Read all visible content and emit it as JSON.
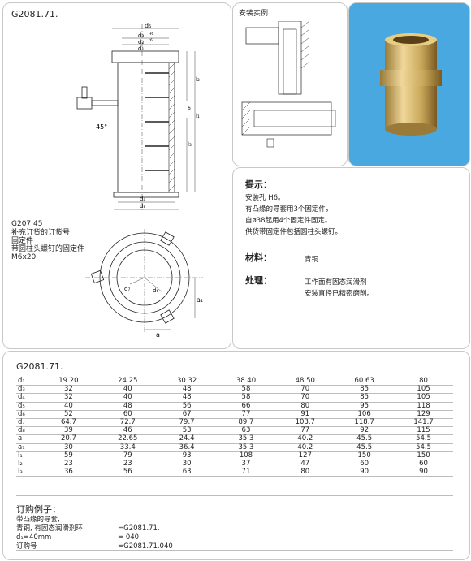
{
  "drawing": {
    "code": "G2081.71.",
    "dims": {
      "d5": "d₅",
      "d3": "d₃",
      "d2": "d₂",
      "d1": "d₁",
      "tol1": "H6",
      "tol2": "r6",
      "d4": "d₄",
      "d8": "d₈",
      "l1": "l₁",
      "l2": "l₂",
      "l3": "l₃",
      "six": "6",
      "angle": "45°",
      "d7": "d₇",
      "d6": "d₆",
      "a": "a",
      "a1": "a₁"
    },
    "fixing_code": "G207.45",
    "fixing_lines": [
      "补充订货的订货号",
      "固定件",
      "带圆柱头螺钉的固定件",
      "M6x20"
    ]
  },
  "install": {
    "title": "安装实例"
  },
  "hints": {
    "title": "提示：",
    "lines": [
      "安装孔 H6。",
      "有凸缘的导套用3个固定件，",
      "自ø38起用4个固定件固定。",
      "供货带固定件包括圆柱头螺钉。"
    ],
    "material_label": "材料：",
    "material_value": "青铜",
    "treatment_label": "处理：",
    "treatment_values": [
      "工作面有固态润滑剂",
      "安装直径已精密磨削。"
    ]
  },
  "table": {
    "title": "G2081.71.",
    "rows": [
      {
        "label": "d₁",
        "values": [
          "19 20",
          "24 25",
          "30 32",
          "38 40",
          "48 50",
          "60 63",
          "80"
        ]
      },
      {
        "label": "d₃",
        "values": [
          "32",
          "40",
          "48",
          "58",
          "70",
          "85",
          "105"
        ]
      },
      {
        "label": "d₄",
        "values": [
          "32",
          "40",
          "48",
          "58",
          "70",
          "85",
          "105"
        ]
      },
      {
        "label": "d₅",
        "values": [
          "40",
          "48",
          "56",
          "66",
          "80",
          "95",
          "118"
        ]
      },
      {
        "label": "d₆",
        "values": [
          "52",
          "60",
          "67",
          "77",
          "91",
          "106",
          "129"
        ]
      },
      {
        "label": "d₇",
        "values": [
          "64.7",
          "72.7",
          "79.7",
          "89.7",
          "103.7",
          "118.7",
          "141.7"
        ]
      },
      {
        "label": "d₈",
        "values": [
          "39",
          "46",
          "53",
          "63",
          "77",
          "92",
          "115"
        ]
      },
      {
        "label": "a",
        "values": [
          "20.7",
          "22.65",
          "24.4",
          "35.3",
          "40.2",
          "45.5",
          "54.5"
        ]
      },
      {
        "label": "a₁",
        "values": [
          "30",
          "33.4",
          "36.4",
          "35.3",
          "40.2",
          "45.5",
          "54.5"
        ]
      },
      {
        "label": "l₁",
        "values": [
          "59",
          "79",
          "93",
          "108",
          "127",
          "150",
          "150"
        ]
      },
      {
        "label": "l₂",
        "values": [
          "23",
          "23",
          "30",
          "37",
          "47",
          "60",
          "60"
        ]
      },
      {
        "label": "l₃",
        "values": [
          "36",
          "56",
          "63",
          "71",
          "80",
          "90",
          "90"
        ]
      }
    ]
  },
  "order": {
    "title": "订购例子：",
    "lines": [
      {
        "left": "带凸缘的导套,",
        "right": ""
      },
      {
        "left": "青铜, 有固态润滑剂环",
        "right": "=G2081.71."
      },
      {
        "left": "d₁=40mm",
        "right": "=                040"
      },
      {
        "left": "订购号",
        "right": "=G2081.71.040"
      }
    ]
  },
  "colors": {
    "bronze": "#c8a85a",
    "photo_bg": "#4aa8e0",
    "border": "#c8c8c8"
  }
}
